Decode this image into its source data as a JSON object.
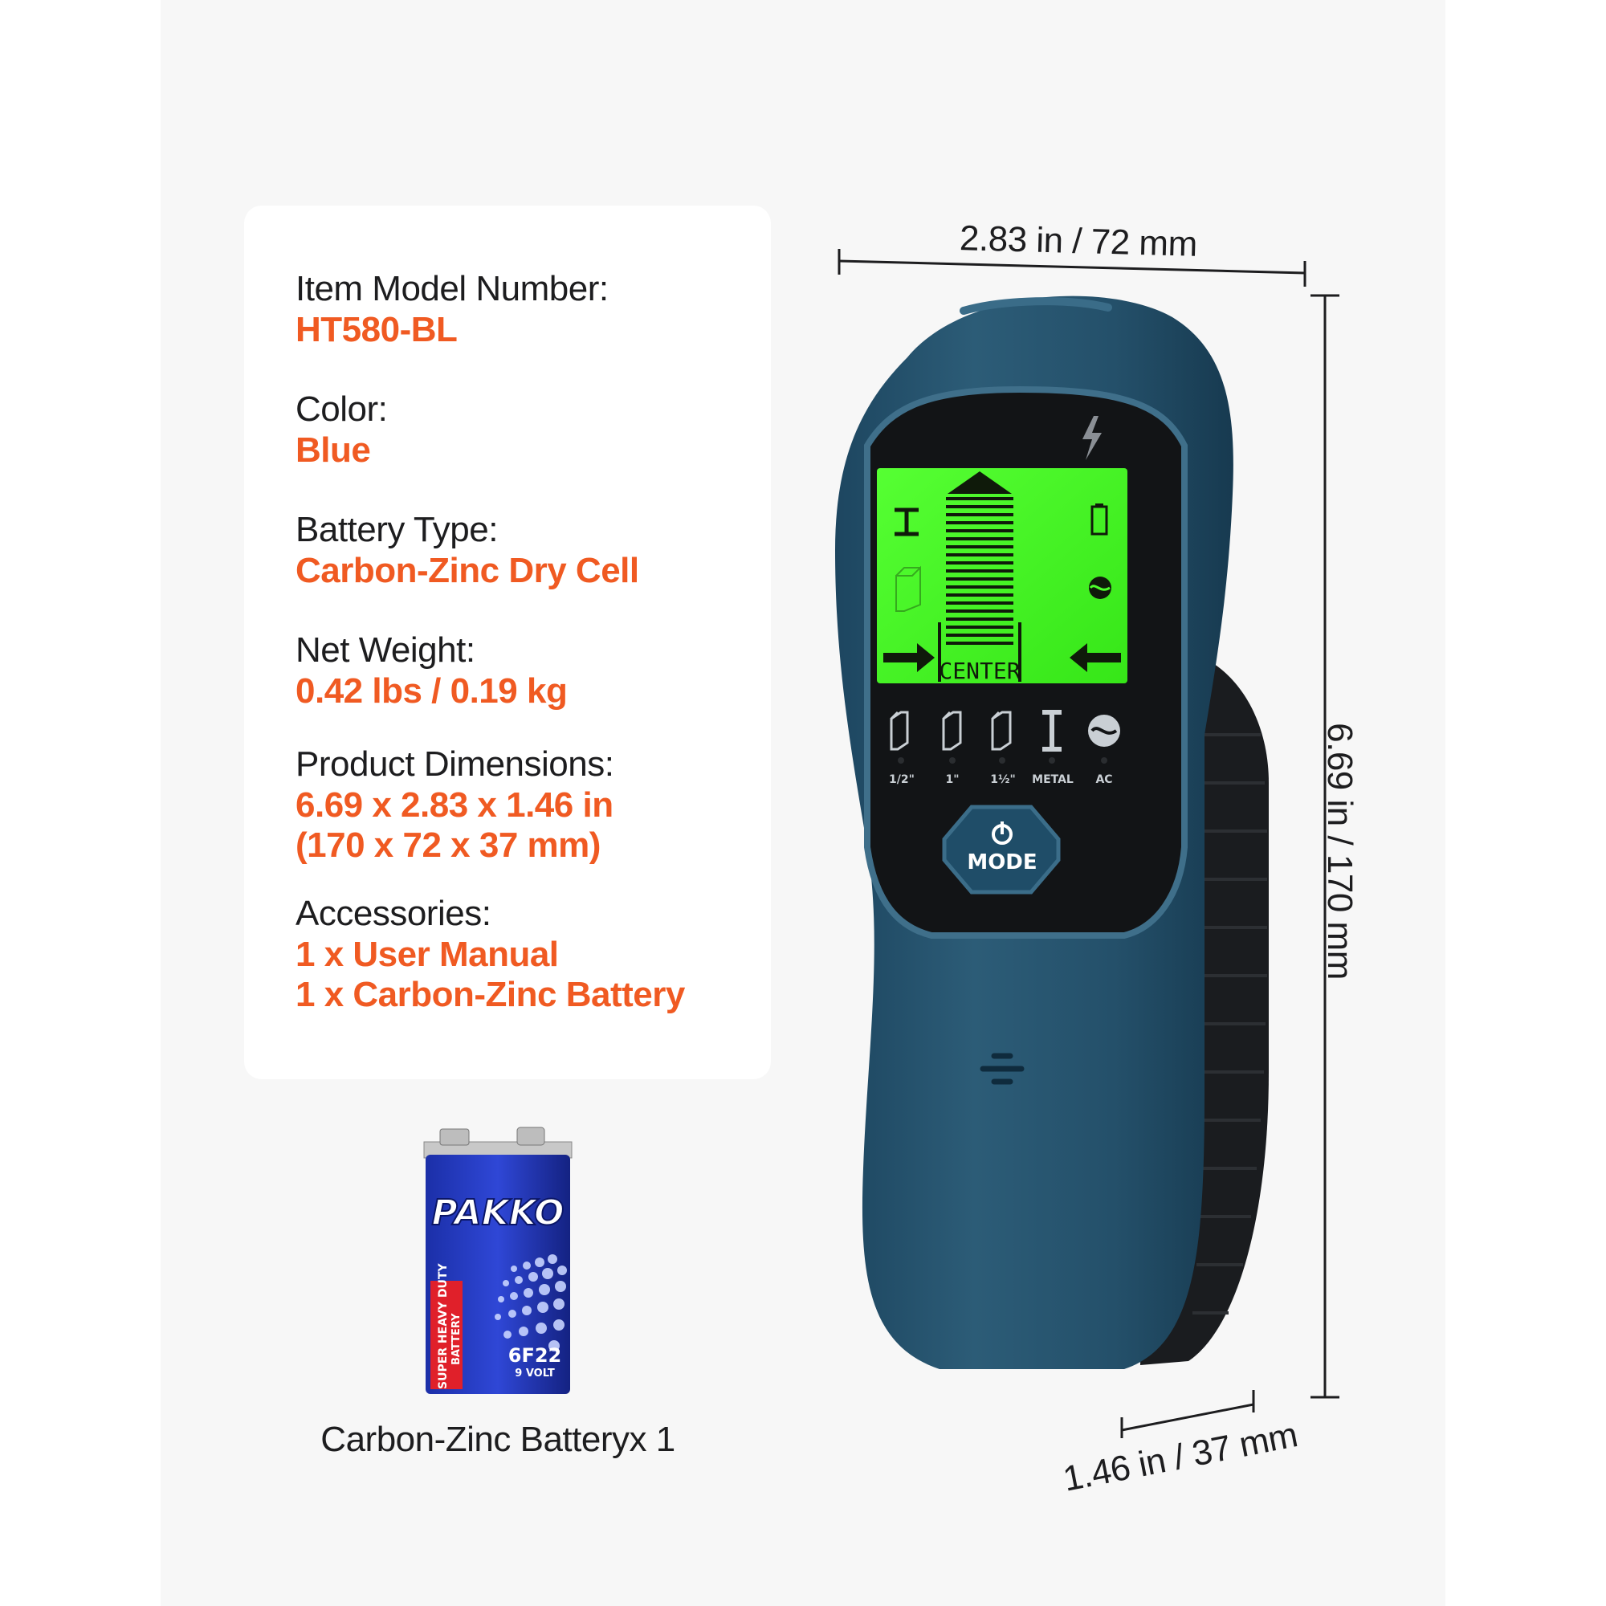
{
  "specs": [
    {
      "label": "Item Model Number:",
      "value": [
        "HT580-BL"
      ]
    },
    {
      "label": "Color:",
      "value": [
        "Blue"
      ]
    },
    {
      "label": "Battery Type:",
      "value": [
        "Carbon-Zinc Dry Cell"
      ]
    },
    {
      "label": "Net Weight:",
      "value": [
        "0.42 lbs / 0.19 kg"
      ]
    },
    {
      "label": "Product Dimensions:",
      "value": [
        "6.69 x 2.83 x 1.46 in",
        "(170 x 72 x 37 mm)"
      ]
    },
    {
      "label": "Accessories:",
      "value": [
        "1 x User Manual",
        "1 x Carbon-Zinc Battery"
      ]
    }
  ],
  "battery": {
    "brand": "PAKKO",
    "side_text_1": "SUPER HEAVY DUTY",
    "side_text_2": "BATTERY",
    "model": "6F22",
    "voltage": "9 VOLT",
    "caption": "Carbon-Zinc Batteryx 1"
  },
  "dimensions": {
    "width": "2.83 in / 72 mm",
    "height": "6.69 in / 170 mm",
    "depth": "1.46 in / 37 mm"
  },
  "device": {
    "screen_label": "CENTER",
    "indicators": [
      "1/2\"",
      "1\"",
      "1½\"",
      "METAL",
      "AC"
    ],
    "button_label": "MODE",
    "body_color": "#24506a",
    "screen_color": "#4dff2b"
  },
  "colors": {
    "accent": "#f05a22",
    "text": "#1d1d1f"
  }
}
